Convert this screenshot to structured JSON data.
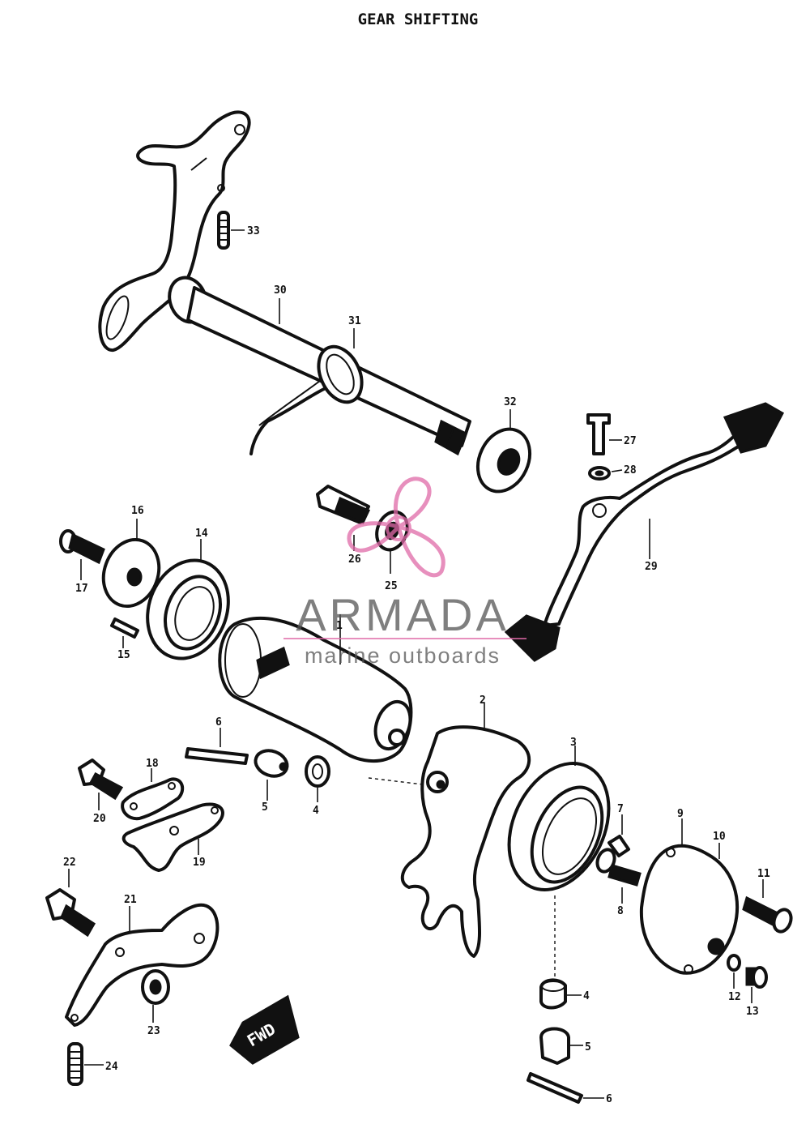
{
  "title": "GEAR SHIFTING",
  "callouts": [
    {
      "id": "lbl-33",
      "text": "33"
    },
    {
      "id": "lbl-30",
      "text": "30"
    },
    {
      "id": "lbl-31",
      "text": "31"
    },
    {
      "id": "lbl-32",
      "text": "32"
    },
    {
      "id": "lbl-27",
      "text": "27"
    },
    {
      "id": "lbl-28",
      "text": "28"
    },
    {
      "id": "lbl-26",
      "text": "26"
    },
    {
      "id": "lbl-29",
      "text": "29"
    },
    {
      "id": "lbl-25",
      "text": "25"
    },
    {
      "id": "lbl-16a",
      "text": "16"
    },
    {
      "id": "lbl-14",
      "text": "14"
    },
    {
      "id": "lbl-17",
      "text": "17"
    },
    {
      "id": "lbl-15",
      "text": "15"
    },
    {
      "id": "lbl-1",
      "text": "1"
    },
    {
      "id": "lbl-2",
      "text": "2"
    },
    {
      "id": "lbl-3",
      "text": "3"
    },
    {
      "id": "lbl-6a",
      "text": "6"
    },
    {
      "id": "lbl-5a",
      "text": "5"
    },
    {
      "id": "lbl-4a",
      "text": "4"
    },
    {
      "id": "lbl-18a",
      "text": "18"
    },
    {
      "id": "lbl-20",
      "text": "20"
    },
    {
      "id": "lbl-19",
      "text": "19"
    },
    {
      "id": "lbl-22",
      "text": "22"
    },
    {
      "id": "lbl-21",
      "text": "21"
    },
    {
      "id": "lbl-23",
      "text": "23"
    },
    {
      "id": "lbl-24",
      "text": "24"
    },
    {
      "id": "lbl-7",
      "text": "7"
    },
    {
      "id": "lbl-8",
      "text": "8"
    },
    {
      "id": "lbl-9",
      "text": "9"
    },
    {
      "id": "lbl-10",
      "text": "10"
    },
    {
      "id": "lbl-11",
      "text": "11"
    },
    {
      "id": "lbl-12",
      "text": "12"
    },
    {
      "id": "lbl-13",
      "text": "13"
    },
    {
      "id": "lbl-4b",
      "text": "4"
    },
    {
      "id": "lbl-5b",
      "text": "5"
    },
    {
      "id": "lbl-6b",
      "text": "6"
    }
  ],
  "fwd_marker": "FWD",
  "watermark": {
    "brand": "ARMADA",
    "tagline": "marine outboards",
    "color": "#e06aa8"
  }
}
